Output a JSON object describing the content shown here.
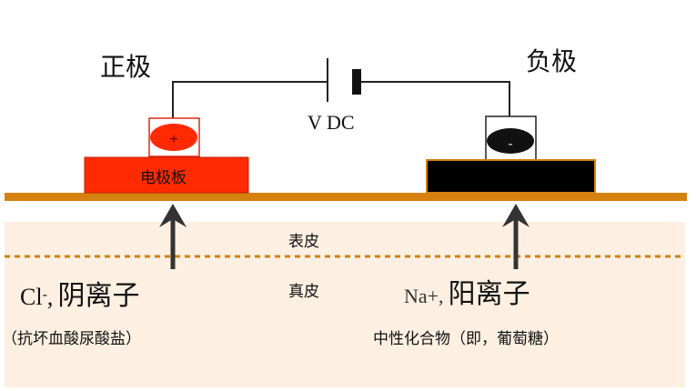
{
  "electrodes": {
    "positive": {
      "title": "正极",
      "symbol": "+",
      "pad_label": "电极板",
      "color": "#ff2a00"
    },
    "negative": {
      "title": "负极",
      "symbol": "-",
      "color": "#000000"
    }
  },
  "power": {
    "label": "V DC"
  },
  "layers": {
    "epidermis": "表皮",
    "dermis": "真皮",
    "skin_color": "#fdf0e2",
    "surface_color": "#d4810f"
  },
  "ions": {
    "left_symbol": "Cl",
    "left_superscript": "-",
    "left_separator": ",",
    "left_name": "阴离子",
    "left_note": "（抗坏血酸尿酸盐）",
    "right_symbol": "Na+,",
    "right_name": "阳离子",
    "right_note": "中性化合物（即，葡萄糖）"
  }
}
